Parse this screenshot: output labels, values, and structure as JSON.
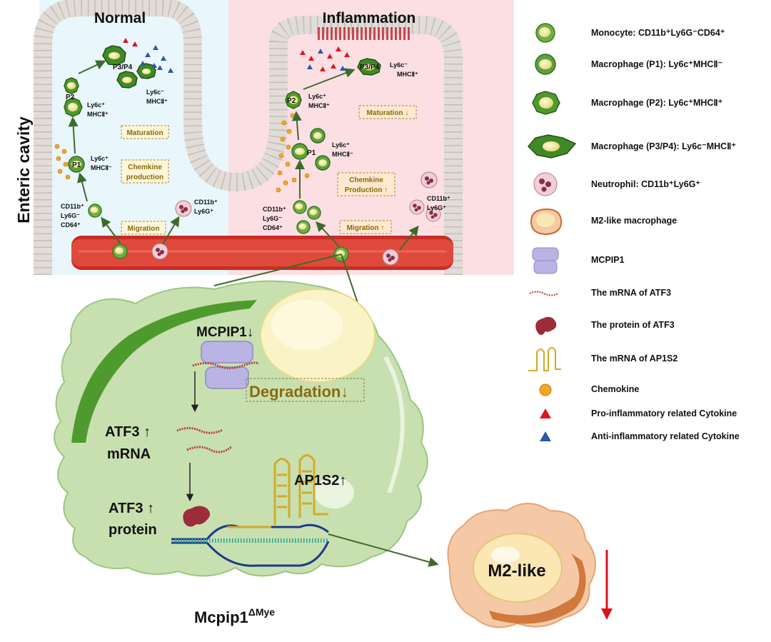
{
  "panel_titles": {
    "normal": "Normal",
    "inflammation": "Inflammation"
  },
  "side_label": "Enteric cavity",
  "normal": {
    "p2": "P2",
    "p2_markers_1": "Ly6c⁺",
    "p2_markers_2": "MHCⅡ⁺",
    "p34": "P3/P4",
    "p34_markers_1": "Ly6c⁻",
    "p34_markers_2": "MHCⅡ⁺",
    "p1": "P1",
    "p1_markers_1": "Ly6c⁺",
    "p1_markers_2": "MHCⅡ⁻",
    "mono_markers_1": "CD11b⁺",
    "mono_markers_2": "Ly6G⁻",
    "mono_markers_3": "CD64⁺",
    "neut_markers_1": "CD11b⁺",
    "neut_markers_2": "Ly6G⁺",
    "box_maturation": "Maturation",
    "box_chemokine_1": "Chemkine",
    "box_chemokine_2": "production",
    "box_migration": "Migration"
  },
  "inflammation": {
    "p2": "P2",
    "p2_markers_1": "Ly6c⁺",
    "p2_markers_2": "MHCⅡ⁺",
    "p34": "P3/P4",
    "p34_markers_1": "Ly6c⁻",
    "p34_markers_2": "MHCⅡ⁺",
    "p1": "P1",
    "p1_markers_1": "Ly6c⁺",
    "p1_markers_2": "MHCⅡ⁻",
    "mono_markers_1": "CD11b⁺",
    "mono_markers_2": "Ly6G⁻",
    "mono_markers_3": "CD64⁺",
    "neut_markers_1": "CD11b⁺",
    "neut_markers_2": "Ly6G⁺",
    "box_maturation": "Maturation ↓",
    "box_chemokine_1": "Chemkine",
    "box_chemokine_2": "Production ↑",
    "box_migration": "Migration ↑"
  },
  "cell": {
    "mcpip1": "MCPIP1↓",
    "degradation": "Degradation↓",
    "atf3_mrna_1": "ATF3 ↑",
    "atf3_mrna_2": "mRNA",
    "atf3_protein_1": "ATF3 ↑",
    "atf3_protein_2": "protein",
    "ap1s2": "AP1S2↑",
    "m2_like": "M2-like",
    "genotype": "Mcpip1",
    "genotype_sup": "ΔMye"
  },
  "legend": [
    {
      "icon": "monocyte-icon",
      "label": "Monocyte: CD11b⁺Ly6G⁻CD64⁺"
    },
    {
      "icon": "macrophage-p1-icon",
      "label": "Macrophage (P1): Ly6c⁺MHCⅡ⁻"
    },
    {
      "icon": "macrophage-p2-icon",
      "label": "Macrophage (P2): Ly6c⁺MHCⅡ⁺"
    },
    {
      "icon": "macrophage-p3p4-icon",
      "label": "Macrophage (P3/P4): Ly6c⁻MHCⅡ⁺"
    },
    {
      "icon": "neutrophil-icon",
      "label": "Neutrophil: CD11b⁺Ly6G⁺"
    },
    {
      "icon": "m2-macrophage-icon",
      "label": "M2-like macrophage"
    },
    {
      "icon": "mcpip1-icon",
      "label": "MCPIP1"
    },
    {
      "icon": "atf3-mrna-icon",
      "label": "The mRNA of ATF3"
    },
    {
      "icon": "atf3-protein-icon",
      "label": "The protein of ATF3"
    },
    {
      "icon": "ap1s2-mrna-icon",
      "label": "The mRNA of AP1S2"
    },
    {
      "icon": "chemokine-icon",
      "label": "Chemokine"
    },
    {
      "icon": "pro-inflammatory-triangle-icon",
      "label": "Pro-inflammatory related Cytokine"
    },
    {
      "icon": "anti-inflammatory-triangle-icon",
      "label": "Anti-inflammatory related Cytokine"
    }
  ],
  "colors": {
    "normal_bg": "#e9f6fb",
    "inflammation_bg": "#fbdfe3",
    "cell_green": "#c8e0b0",
    "cell_dark_green": "#4f9a2e",
    "macrophage_green": "#5aa33d",
    "nucleus_yellow": "#f6ecaa",
    "vessel_red": "#d6332a",
    "mcpip1_purple": "#b9b4e3",
    "mrna_red": "#b63a3a",
    "atf3_protein": "#9b2c3a",
    "ap1s2_gold": "#d6a928",
    "chemokine_orange": "#f4a523",
    "pro_triangle": "#e0141c",
    "anti_triangle": "#2a5aa8",
    "label_gold": "#8a6a10",
    "down_arrow_red": "#d6151d"
  }
}
